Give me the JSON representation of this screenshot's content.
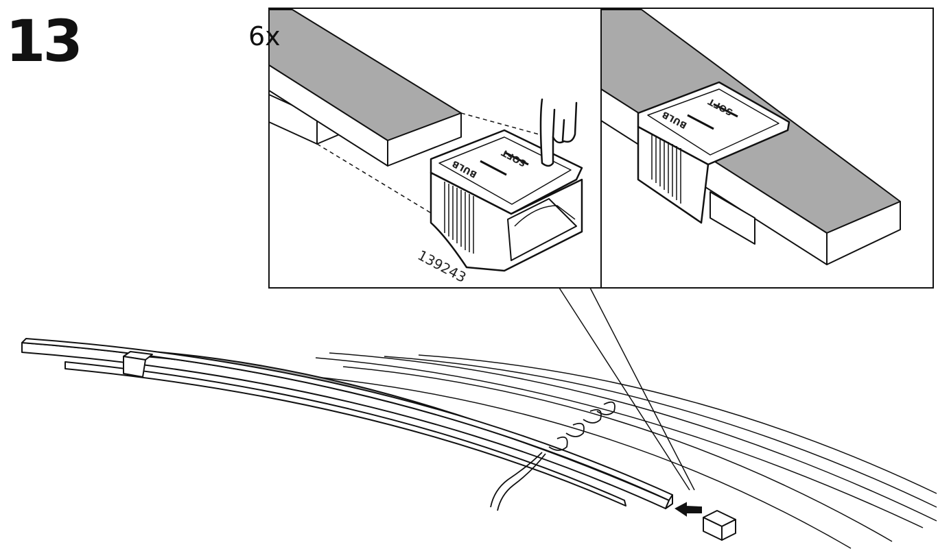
{
  "step": {
    "number": "13"
  },
  "detail": {
    "quantity": "6x",
    "part_number": "139243"
  },
  "clip": {
    "label_a": "BULB",
    "label_b": "SOFT"
  },
  "colors": {
    "ink": "#111111",
    "fill_gray": "#aaaaaa",
    "paper": "#ffffff"
  }
}
